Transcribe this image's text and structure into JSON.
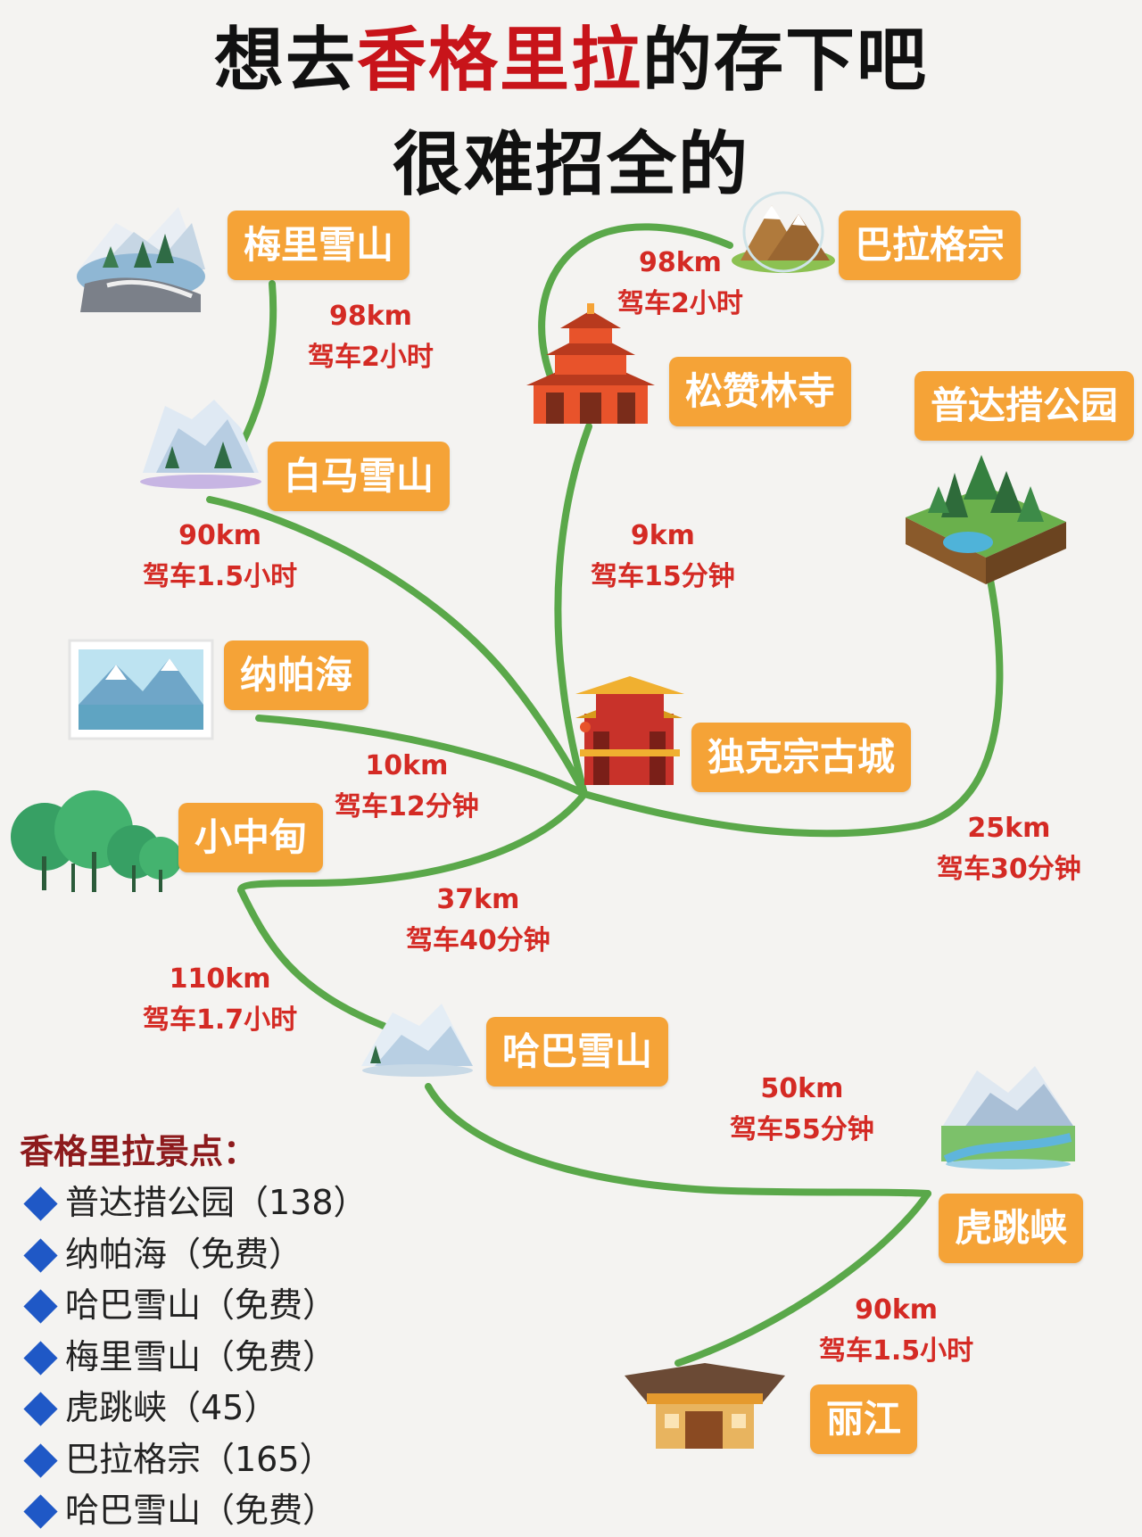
{
  "title": {
    "line1_pre": "想去",
    "line1_highlight": "香格里拉",
    "line1_post": "的存下吧",
    "line2": "很难招全的"
  },
  "colors": {
    "route": "#5aa84a",
    "label_bg": "#f5a337",
    "distance_text": "#d42a24",
    "title_highlight": "#c8141a",
    "legend_bullet": "#1f58c6"
  },
  "places": {
    "meili": "梅里雪山",
    "balagezong": "巴拉格宗",
    "songzanlin": "松赞林寺",
    "pudacuo": "普达措公园",
    "baima": "白马雪山",
    "napahai": "纳帕海",
    "dukezong": "独克宗古城",
    "xiaozhongdian": "小中甸",
    "haba": "哈巴雪山",
    "hutiaoxia": "虎跳峡",
    "lijiang": "丽江"
  },
  "icons": {
    "meili": "snow-mountain-road-icon",
    "balagezong": "mountain-peaks-icon",
    "songzanlin": "temple-icon",
    "pudacuo": "forest-lake-icon",
    "baima": "snow-mountain-icon",
    "napahai": "lake-landscape-icon",
    "dukezong": "ancient-city-gate-icon",
    "xiaozhongdian": "trees-icon",
    "haba": "snow-mountain-icon",
    "hutiaoxia": "gorge-river-icon",
    "lijiang": "old-house-icon"
  },
  "routes": [
    {
      "id": "meili-baima",
      "km": "98km",
      "time": "驾车2小时"
    },
    {
      "id": "balagezong-songzanlin",
      "km": "98km",
      "time": "驾车2小时"
    },
    {
      "id": "baima-dukezong",
      "km": "90km",
      "time": "驾车1.5小时"
    },
    {
      "id": "songzanlin-dukezong",
      "km": "9km",
      "time": "驾车15分钟"
    },
    {
      "id": "napahai-dukezong",
      "km": "10km",
      "time": "驾车12分钟"
    },
    {
      "id": "dukezong-pudacuo",
      "km": "25km",
      "time": "驾车30分钟"
    },
    {
      "id": "dukezong-xiaozhongdian",
      "km": "37km",
      "time": "驾车40分钟"
    },
    {
      "id": "xiaozhongdian-haba",
      "km": "110km",
      "time": "驾车1.7小时"
    },
    {
      "id": "haba-hutiaoxia",
      "km": "50km",
      "time": "驾车55分钟"
    },
    {
      "id": "hutiaoxia-lijiang",
      "km": "90km",
      "time": "驾车1.5小时"
    }
  ],
  "legend": {
    "title": "香格里拉景点：",
    "items": [
      "普达措公园（138）",
      "纳帕海（免费）",
      "哈巴雪山（免费）",
      "梅里雪山（免费）",
      "虎跳峡（45）",
      "巴拉格宗（165）",
      "哈巴雪山（免费）"
    ]
  }
}
